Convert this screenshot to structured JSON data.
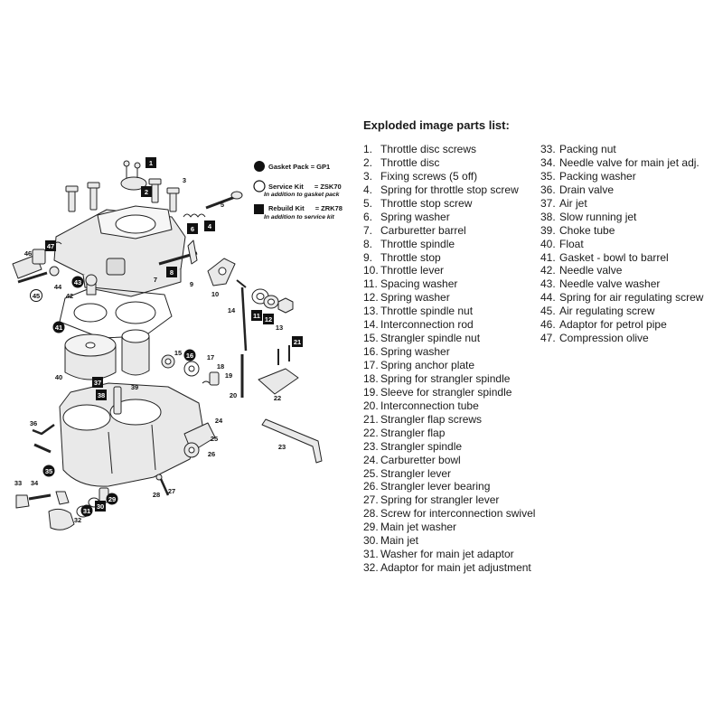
{
  "legend": {
    "gasket": {
      "label": "Gasket Pack",
      "code": "= GP1"
    },
    "service": {
      "label": "Service Kit",
      "code": "= ZSK70",
      "note": "In addition to gasket pack"
    },
    "rebuild": {
      "label": "Rebuild Kit",
      "code": "= ZRK78",
      "note": "In addition to service kit"
    }
  },
  "parts_title": "Exploded image parts list:",
  "parts": [
    {
      "num": "1.",
      "name": "Throttle disc screws"
    },
    {
      "num": "2.",
      "name": "Throttle disc"
    },
    {
      "num": "3.",
      "name": "Fixing screws (5 off)"
    },
    {
      "num": "4.",
      "name": "Spring for throttle stop screw"
    },
    {
      "num": "5.",
      "name": "Throttle stop screw"
    },
    {
      "num": "6.",
      "name": "Spring washer"
    },
    {
      "num": "7.",
      "name": "Carburetter barrel"
    },
    {
      "num": "8.",
      "name": "Throttle spindle"
    },
    {
      "num": "9.",
      "name": "Throttle stop"
    },
    {
      "num": "10.",
      "name": "Throttle lever"
    },
    {
      "num": "11.",
      "name": "Spacing washer"
    },
    {
      "num": "12.",
      "name": "Spring washer"
    },
    {
      "num": "13.",
      "name": "Throttle spindle nut"
    },
    {
      "num": "14.",
      "name": "Interconnection rod"
    },
    {
      "num": "15.",
      "name": "Strangler spindle nut"
    },
    {
      "num": "16.",
      "name": "Spring washer"
    },
    {
      "num": "17.",
      "name": "Spring anchor plate"
    },
    {
      "num": "18.",
      "name": "Spring for strangler spindle"
    },
    {
      "num": "19.",
      "name": "Sleeve for strangler spindle"
    },
    {
      "num": "20.",
      "name": "Interconnection tube"
    },
    {
      "num": "21.",
      "name": "Strangler flap screws"
    },
    {
      "num": "22.",
      "name": "Strangler flap"
    },
    {
      "num": "23.",
      "name": "Strangler spindle"
    },
    {
      "num": "24.",
      "name": "Carburetter bowl"
    },
    {
      "num": "25.",
      "name": "Strangler lever"
    },
    {
      "num": "26.",
      "name": "Strangler lever bearing"
    },
    {
      "num": "27.",
      "name": "Spring for strangler lever"
    },
    {
      "num": "28.",
      "name": "Screw for interconnection swivel"
    },
    {
      "num": "29.",
      "name": "Main jet washer"
    },
    {
      "num": "30.",
      "name": "Main jet"
    },
    {
      "num": "31.",
      "name": "Washer for main jet adaptor"
    },
    {
      "num": "32.",
      "name": "Adaptor for main jet adjustment"
    },
    {
      "num": "33.",
      "name": "Packing nut"
    },
    {
      "num": "34.",
      "name": "Needle valve for main jet adj."
    },
    {
      "num": "35.",
      "name": "Packing washer"
    },
    {
      "num": "36.",
      "name": "Drain valve"
    },
    {
      "num": "37.",
      "name": "Air jet"
    },
    {
      "num": "38.",
      "name": "Slow running jet"
    },
    {
      "num": "39.",
      "name": "Choke tube"
    },
    {
      "num": "40.",
      "name": "Float"
    },
    {
      "num": "41.",
      "name": "Gasket - bowl to barrel"
    },
    {
      "num": "42.",
      "name": "Needle valve"
    },
    {
      "num": "43.",
      "name": "Needle valve washer"
    },
    {
      "num": "44.",
      "name": "Spring for air regulating screw"
    },
    {
      "num": "45.",
      "name": "Air regulating screw"
    },
    {
      "num": "46.",
      "name": "Adaptor for petrol pipe"
    },
    {
      "num": "47.",
      "name": "Compression olive"
    }
  ],
  "callouts": [
    {
      "n": "1",
      "style": "square"
    },
    {
      "n": "2",
      "style": "square"
    },
    {
      "n": "3",
      "style": "plain"
    },
    {
      "n": "4",
      "style": "square"
    },
    {
      "n": "5",
      "style": "plain"
    },
    {
      "n": "6",
      "style": "square"
    },
    {
      "n": "7",
      "style": "plain"
    },
    {
      "n": "8",
      "style": "square"
    },
    {
      "n": "9",
      "style": "plain"
    },
    {
      "n": "10",
      "style": "plain"
    },
    {
      "n": "11",
      "style": "square"
    },
    {
      "n": "12",
      "style": "square"
    },
    {
      "n": "13",
      "style": "plain"
    },
    {
      "n": "14",
      "style": "plain"
    },
    {
      "n": "15",
      "style": "plain"
    },
    {
      "n": "16",
      "style": "dot"
    },
    {
      "n": "17",
      "style": "plain"
    },
    {
      "n": "18",
      "style": "plain"
    },
    {
      "n": "19",
      "style": "plain"
    },
    {
      "n": "20",
      "style": "plain"
    },
    {
      "n": "21",
      "style": "square"
    },
    {
      "n": "22",
      "style": "plain"
    },
    {
      "n": "23",
      "style": "plain"
    },
    {
      "n": "24",
      "style": "plain"
    },
    {
      "n": "25",
      "style": "plain"
    },
    {
      "n": "26",
      "style": "plain"
    },
    {
      "n": "27",
      "style": "plain"
    },
    {
      "n": "28",
      "style": "plain"
    },
    {
      "n": "29",
      "style": "dot"
    },
    {
      "n": "30",
      "style": "square"
    },
    {
      "n": "31",
      "style": "dot"
    },
    {
      "n": "32",
      "style": "plain"
    },
    {
      "n": "33",
      "style": "plain"
    },
    {
      "n": "34",
      "style": "plain"
    },
    {
      "n": "35",
      "style": "dot"
    },
    {
      "n": "36",
      "style": "plain"
    },
    {
      "n": "37",
      "style": "square"
    },
    {
      "n": "38",
      "style": "square"
    },
    {
      "n": "39",
      "style": "plain"
    },
    {
      "n": "40",
      "style": "plain"
    },
    {
      "n": "41",
      "style": "dot"
    },
    {
      "n": "42",
      "style": "plain"
    },
    {
      "n": "43",
      "style": "dot"
    },
    {
      "n": "44",
      "style": "plain"
    },
    {
      "n": "45",
      "style": "ring"
    },
    {
      "n": "46",
      "style": "plain"
    },
    {
      "n": "47",
      "style": "square"
    }
  ]
}
